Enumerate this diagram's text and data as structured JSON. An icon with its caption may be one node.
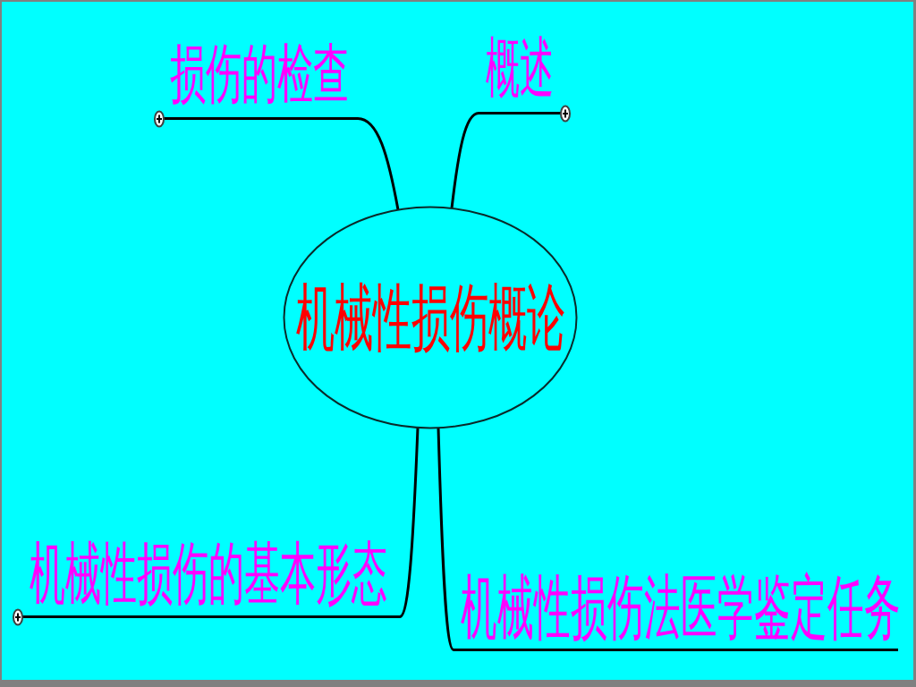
{
  "diagram": {
    "nodes": [
      {
        "text": [
          "损伤的检查"
        ]
      },
      {
        "text": [
          "概述"
        ]
      },
      {
        "text": [
          "机械性损伤概论"
        ]
      },
      {
        "text": [
          "机械性损伤的基本形态"
        ]
      },
      {
        "text": [
          "机械性损伤法医学鉴定任务"
        ]
      }
    ],
    "edges": [
      {
        "from": 2,
        "to": 0,
        "arrow": "none"
      },
      {
        "from": 2,
        "to": 1,
        "arrow": "none"
      },
      {
        "from": 2,
        "to": 3,
        "arrow": "none"
      },
      {
        "from": 2,
        "to": 4,
        "arrow": "none"
      }
    ]
  }
}
